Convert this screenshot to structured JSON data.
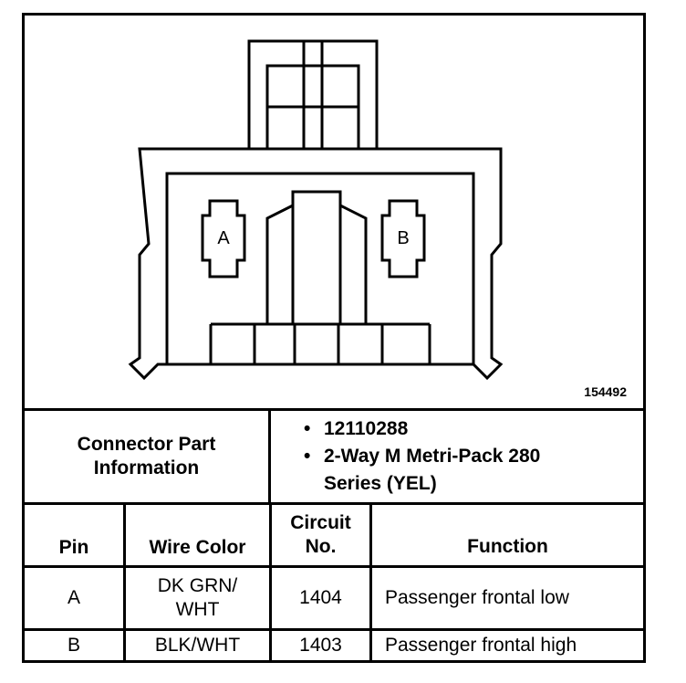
{
  "figure_id": "154492",
  "pin_labels": [
    "A",
    "B"
  ],
  "connector": {
    "label": "Connector Part Information",
    "bullets": [
      "12110288",
      "2-Way M Metri-Pack 280 Series (YEL)"
    ]
  },
  "table": {
    "headers": {
      "pin": "Pin",
      "wire_color": "Wire Color",
      "circuit": "Circuit No.",
      "function": "Function"
    },
    "rows": [
      {
        "pin": "A",
        "wire_color": "DK GRN/ WHT",
        "circuit": "1404",
        "function": "Passenger frontal low"
      },
      {
        "pin": "B",
        "wire_color": "BLK/WHT",
        "circuit": "1403",
        "function": "Passenger frontal high"
      }
    ]
  }
}
